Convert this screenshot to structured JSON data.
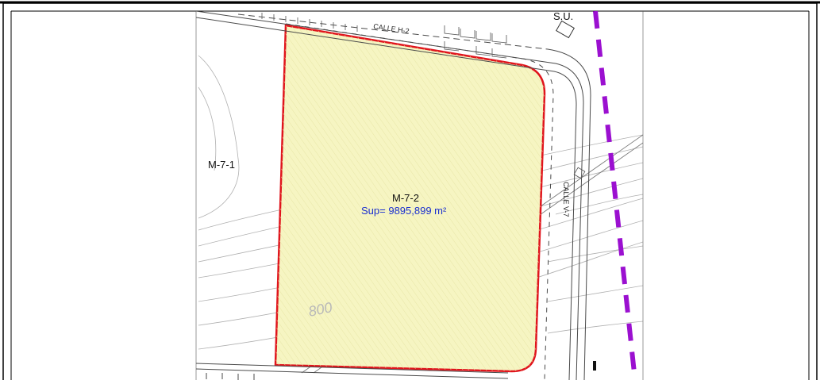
{
  "map": {
    "parcel_main": {
      "label": "M-7-2",
      "area_text": "Sup= 9895,899 m²"
    },
    "parcel_adjacent": {
      "label": "M-7-1"
    },
    "zone_label": "S.U.",
    "streets": {
      "north": "CALLE H-2",
      "east": "CALLE V-7"
    },
    "contour_label": "800",
    "colors": {
      "parcel_fill": "#f6f5c2",
      "parcel_outline": "#e0141c",
      "area_text": "#1a2fcf",
      "boundary_dash": "#9b10d0",
      "contours": "#a8a8a8",
      "streets": "#4a4a4a"
    }
  }
}
